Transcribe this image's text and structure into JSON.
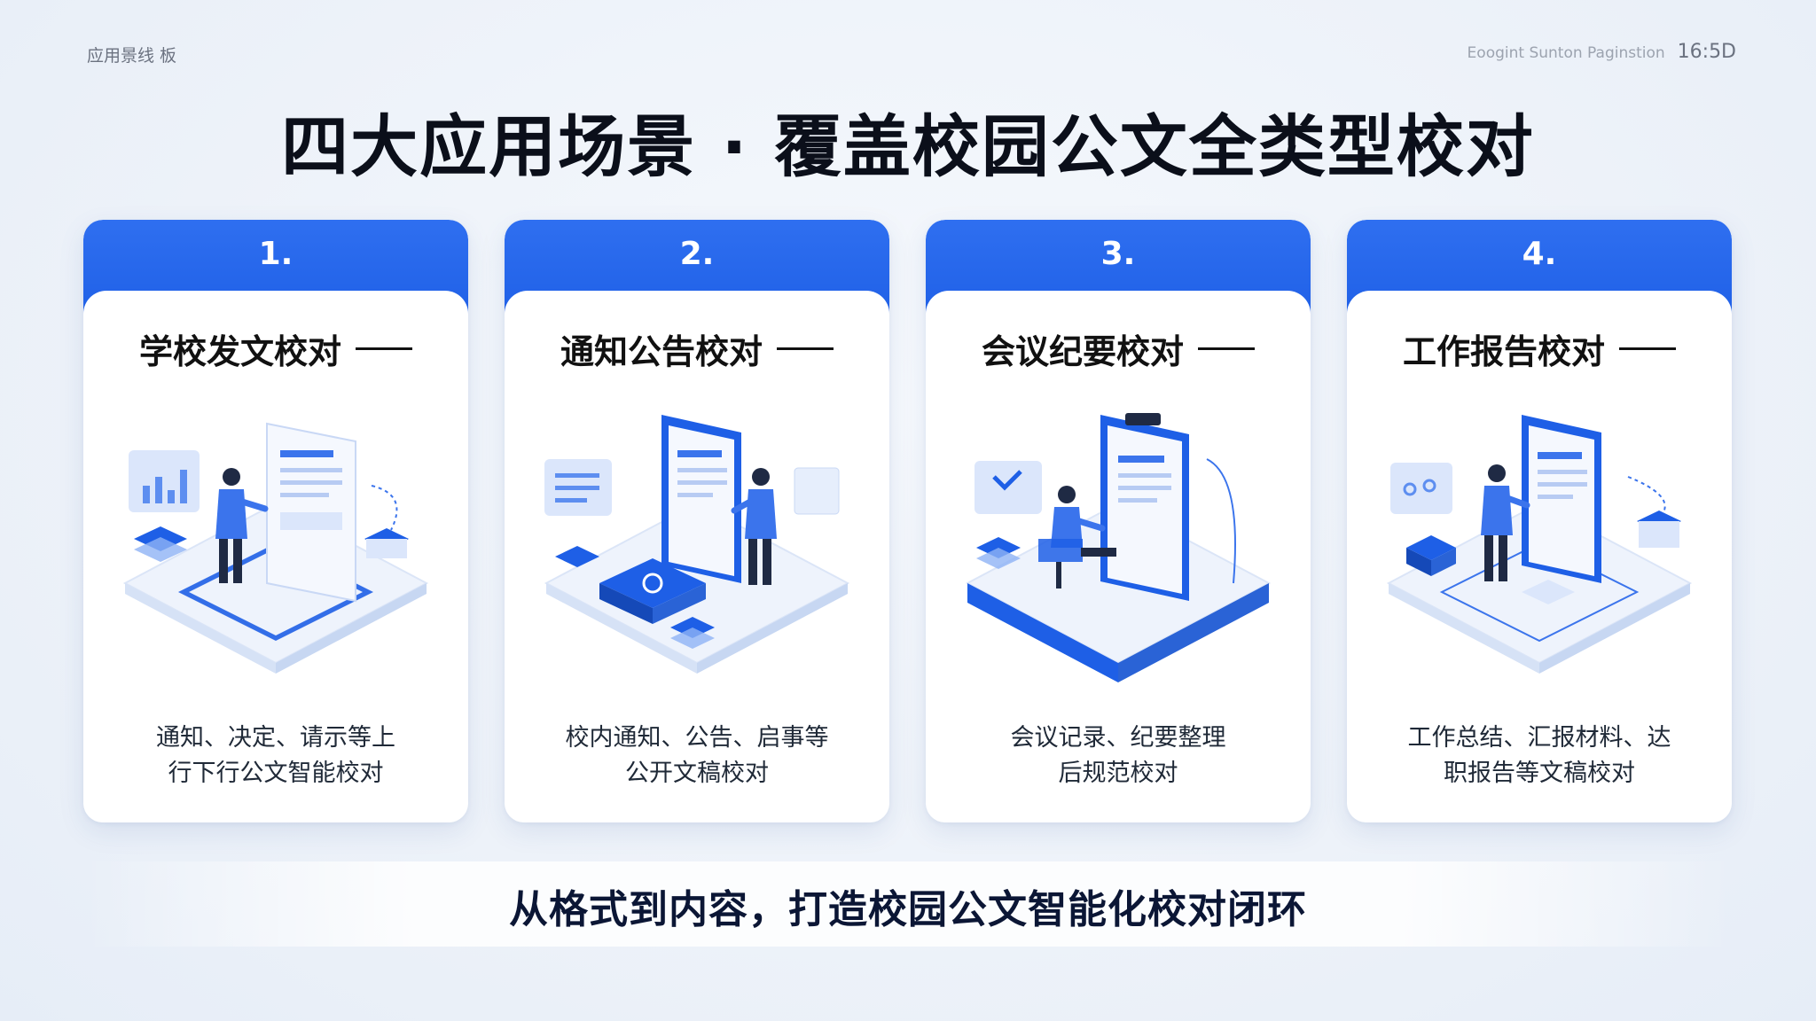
{
  "header": {
    "section_label": "应用景线 板",
    "meta_text": "Eoogint Sunton Paginstion",
    "page_number": "16:5D"
  },
  "title": "四大应用场景 · 覆盖校园公文全类型校对",
  "cards": [
    {
      "number": "1.",
      "title": "学校发文校对",
      "desc_line1": "通知、决定、请示等上",
      "desc_line2": "行下行公文智能校对",
      "illustration": "person-reviewing-document"
    },
    {
      "number": "2.",
      "title": "通知公告校对",
      "desc_line1": "校内通知、公告、启事等",
      "desc_line2": "公开文稿校对",
      "illustration": "person-reviewing-notice"
    },
    {
      "number": "3.",
      "title": "会议纪要校对",
      "desc_line1": "会议记录、纪要整理",
      "desc_line2": "后规范校对",
      "illustration": "person-seated-meeting-notes"
    },
    {
      "number": "4.",
      "title": "工作报告校对",
      "desc_line1": "工作总结、汇报材料、达",
      "desc_line2": "职报告等文稿校对",
      "illustration": "person-reviewing-report"
    }
  ],
  "footer": "从格式到内容，打造校园公文智能化校对闭环",
  "colors": {
    "accent": "#1e5fe6",
    "accent_light": "#8fb3f5",
    "platform": "#e9effb"
  }
}
